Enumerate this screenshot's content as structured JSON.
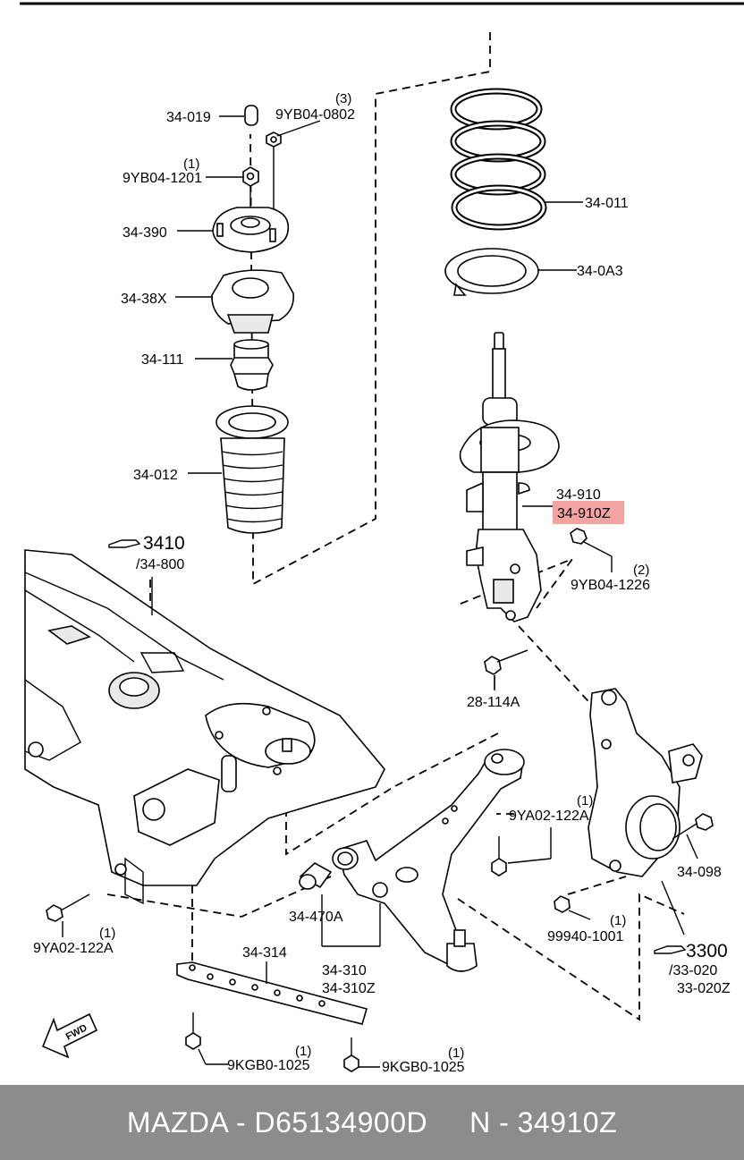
{
  "brand": "MAZDA",
  "footer": {
    "text": "MAZDA - D65134900D     N - 34910Z"
  },
  "highlight_color": "#f4a3a3",
  "labels": {
    "p34019": "34-019",
    "p9yb04_0802": "9YB04-0802",
    "qty_0802": "(3)",
    "p9yb04_1201": "9YB04-1201",
    "qty_1201": "(1)",
    "p34390": "34-390",
    "p3438x": "34-38X",
    "p34111": "34-111",
    "p34012": "34-012",
    "p34011": "34-011",
    "p340a3": "34-0A3",
    "p34910": "34-910",
    "p34910z": "34-910Z",
    "p9yb04_1226": "9YB04-1226",
    "qty_1226": "(2)",
    "ref3410": "3410",
    "ref34800": "/34-800",
    "p28114a": "28-114A",
    "p9ya02_122a_right": "9YA02-122A",
    "qty_122a_right": "(1)",
    "p34098": "34-098",
    "p99940_1001": "99940-1001",
    "qty_1001": "(1)",
    "ref3300": "3300",
    "ref33020": "/33-020",
    "p33020z": "33-020Z",
    "p34470a": "34-470A",
    "p9ya02_122a_left": "9YA02-122A",
    "qty_122a_left": "(1)",
    "p34314": "34-314",
    "p34310": "34-310",
    "p34310z": "34-310Z",
    "p9kgb0_left": "9KGB0-1025",
    "qty_kgb0_left": "(1)",
    "p9kgb0_right": "9KGB0-1025",
    "qty_kgb0_right": "(1)",
    "fwd": "FWD"
  }
}
